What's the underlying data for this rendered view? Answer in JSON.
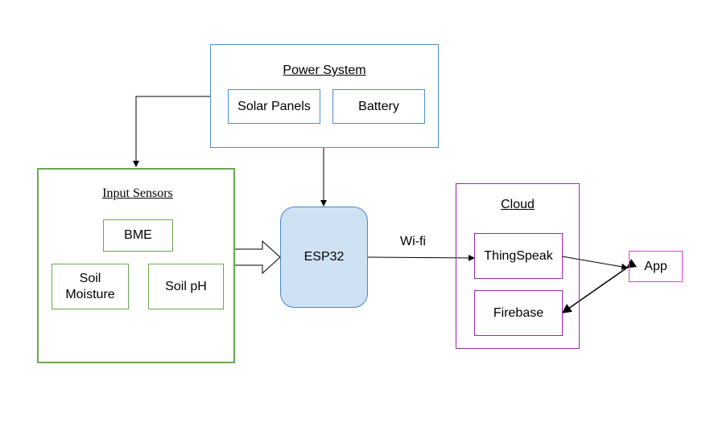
{
  "power_system": {
    "title": "Power System",
    "components": [
      "Solar Panels",
      "Battery"
    ]
  },
  "input_sensors": {
    "title": "Input Sensors",
    "sensors": [
      "BME",
      "Soil\nMoisture",
      "Soil pH"
    ]
  },
  "controller": {
    "label": "ESP32"
  },
  "link": {
    "label": "Wi-fi"
  },
  "cloud": {
    "title": "Cloud",
    "services": [
      "ThingSpeak",
      "Firebase"
    ]
  },
  "app": {
    "label": "App"
  },
  "colors": {
    "power": "#4a90d9",
    "sensors": "#6aa84f",
    "cloud": "#9c27b0",
    "app": "#e040e0",
    "esp32_fill": "#cfe2f3",
    "esp32_border": "#4a86c5"
  }
}
